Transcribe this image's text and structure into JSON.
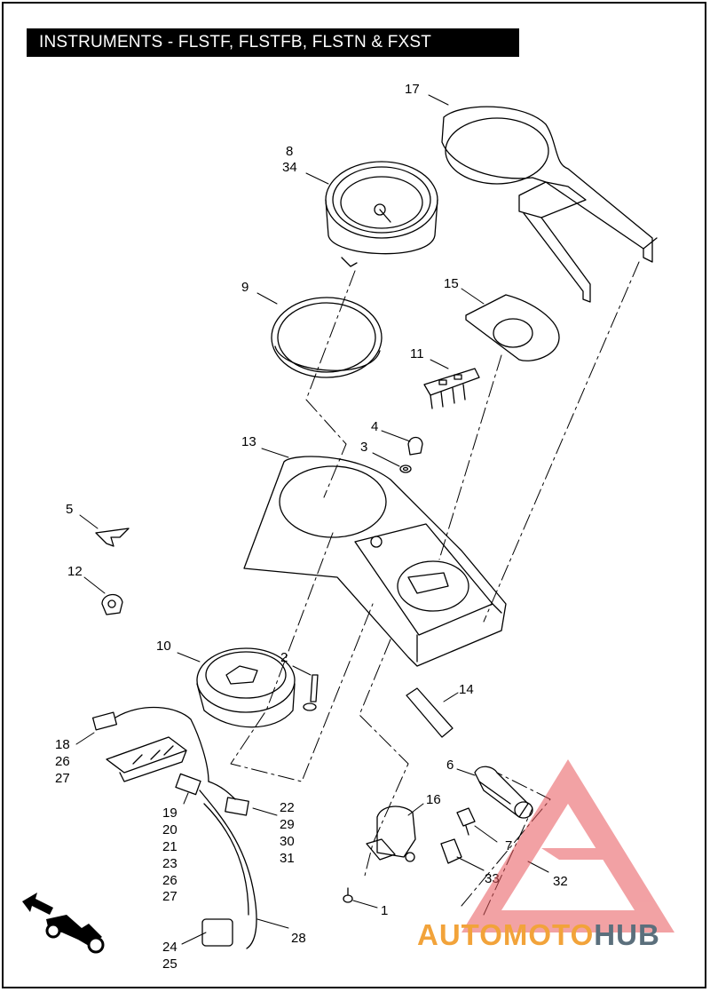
{
  "title": "INSTRUMENTS - FLSTF, FLSTFB, FLSTN & FXST",
  "labels": [
    {
      "id": "17",
      "text": "17"
    },
    {
      "id": "8",
      "text": "8"
    },
    {
      "id": "34",
      "text": "34"
    },
    {
      "id": "9",
      "text": "9"
    },
    {
      "id": "15",
      "text": "15"
    },
    {
      "id": "11",
      "text": "11"
    },
    {
      "id": "4",
      "text": "4"
    },
    {
      "id": "3",
      "text": "3"
    },
    {
      "id": "13",
      "text": "13"
    },
    {
      "id": "5",
      "text": "5"
    },
    {
      "id": "12",
      "text": "12"
    },
    {
      "id": "10",
      "text": "10"
    },
    {
      "id": "2",
      "text": "2"
    },
    {
      "id": "14",
      "text": "14"
    },
    {
      "id": "18",
      "text": "18"
    },
    {
      "id": "26a",
      "text": "26"
    },
    {
      "id": "27a",
      "text": "27"
    },
    {
      "id": "6",
      "text": "6"
    },
    {
      "id": "16",
      "text": "16"
    },
    {
      "id": "19",
      "text": "19"
    },
    {
      "id": "20",
      "text": "20"
    },
    {
      "id": "21",
      "text": "21"
    },
    {
      "id": "23",
      "text": "23"
    },
    {
      "id": "26b",
      "text": "26"
    },
    {
      "id": "27b",
      "text": "27"
    },
    {
      "id": "22",
      "text": "22"
    },
    {
      "id": "29",
      "text": "29"
    },
    {
      "id": "30",
      "text": "30"
    },
    {
      "id": "31",
      "text": "31"
    },
    {
      "id": "7",
      "text": "7"
    },
    {
      "id": "33",
      "text": "33"
    },
    {
      "id": "32",
      "text": "32"
    },
    {
      "id": "1",
      "text": "1"
    },
    {
      "id": "24",
      "text": "24"
    },
    {
      "id": "25",
      "text": "25"
    },
    {
      "id": "28",
      "text": "28"
    }
  ],
  "watermark": {
    "part1": "AUTOMOTO",
    "part2": "HUB",
    "color1": "#f2a33a",
    "color2": "#5b6f7c",
    "logo_color": "#e8555a"
  }
}
